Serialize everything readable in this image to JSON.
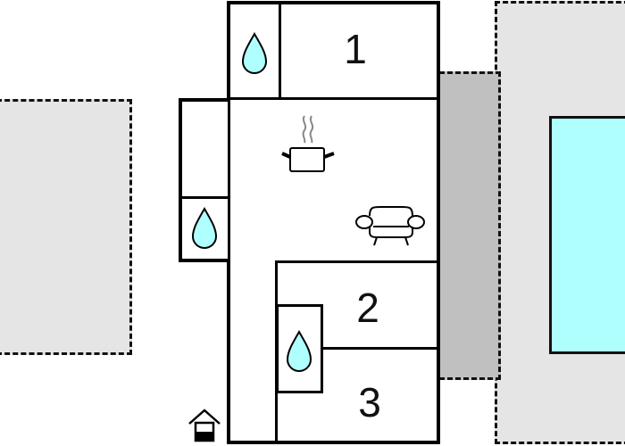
{
  "floorplan": {
    "title": "",
    "rooms": [
      {
        "id": "bedroom-1",
        "label": "1"
      },
      {
        "id": "bedroom-2",
        "label": "2"
      },
      {
        "id": "bedroom-3",
        "label": "3"
      }
    ],
    "icons": {
      "bathroom": "water-drop-icon",
      "kitchen": "cooking-pot-icon",
      "living": "sofa-icon",
      "entrance": "entrance-house-icon"
    },
    "areas": {
      "left_terrace": "terrace",
      "right_garden": "garden",
      "covered_terrace": "covered-terrace",
      "pool": "swimming-pool"
    },
    "colors": {
      "pool": "#b0ffff",
      "water_drop": "#b0ffff",
      "outdoor_light": "#e5e5e5",
      "outdoor_dark": "#c0c0c0",
      "wall": "#000000"
    }
  }
}
